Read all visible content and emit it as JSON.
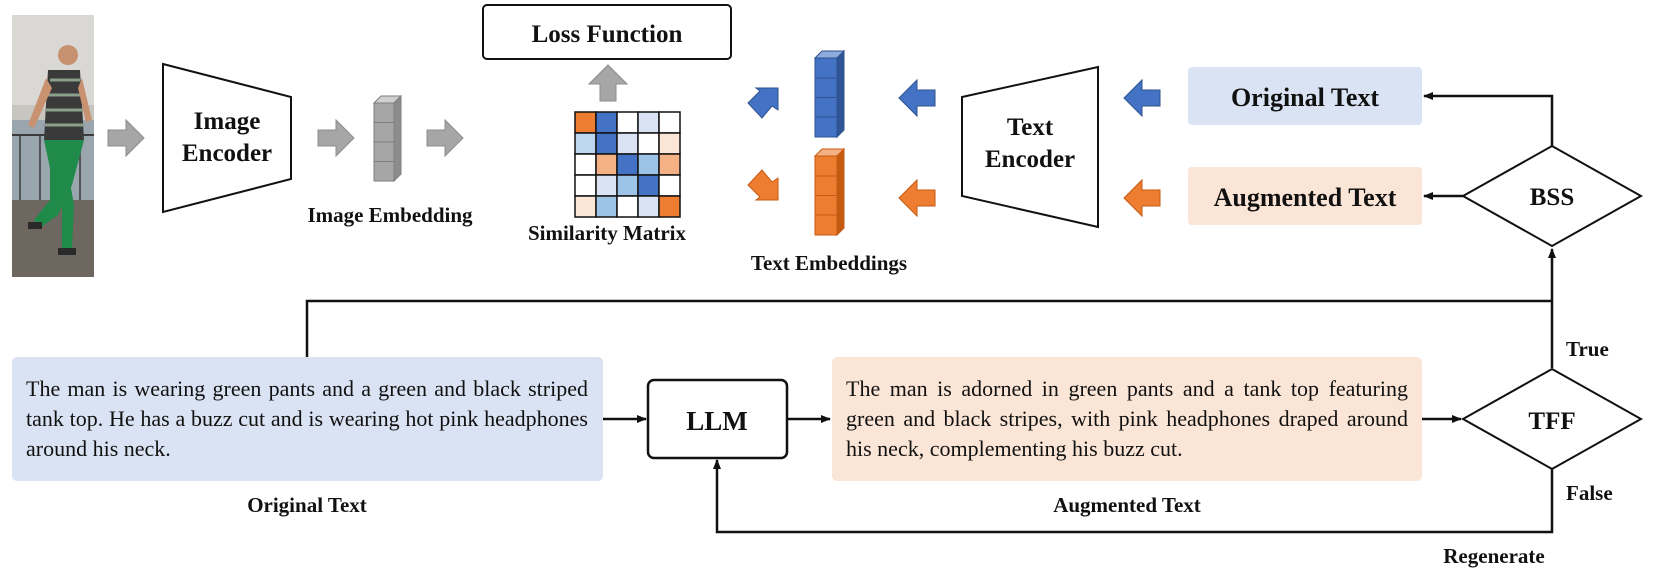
{
  "labels": {
    "image_encoder_line1": "Image",
    "image_encoder_line2": "Encoder",
    "image_embedding": "Image Embedding",
    "loss_function": "Loss Function",
    "similarity_matrix": "Similarity Matrix",
    "text_embeddings": "Text Embeddings",
    "text_encoder_line1": "Text",
    "text_encoder_line2": "Encoder",
    "original_text_box": "Original Text",
    "augmented_text_box": "Augmented Text",
    "bss": "BSS",
    "tff": "TFF",
    "llm": "LLM",
    "true_label": "True",
    "false_label": "False",
    "regenerate": "Regenerate",
    "original_text_caption": "Original Text",
    "augmented_text_caption": "Augmented Text"
  },
  "original_text": "The man is wearing green pants and a green and black striped tank top. He has a buzz cut and is wearing hot pink headphones around his neck.",
  "augmented_text": "The man is adorned in green pants and a tank top featuring green and black stripes, with pink headphones draped around his neck, complementing his buzz cut.",
  "colors": {
    "blue": "#4472c4",
    "orange": "#ed7d31",
    "gray": "#a6a6a6",
    "light_blue_bg": "#dae3f3",
    "light_orange_bg": "#fbe5d6"
  },
  "similarity_matrix": [
    [
      "#ed7d31",
      "#4472c4",
      "#ffffff",
      "#dae3f3",
      "#ffffff"
    ],
    [
      "#bdd7ee",
      "#4472c4",
      "#dae3f3",
      "#ffffff",
      "#fbe5d6"
    ],
    [
      "#ffffff",
      "#f4b183",
      "#4472c4",
      "#9dc3e6",
      "#f4b183"
    ],
    [
      "#ffffff",
      "#dae3f3",
      "#9dc3e6",
      "#4472c4",
      "#ffffff"
    ],
    [
      "#fbe5d6",
      "#9dc3e6",
      "#ffffff",
      "#dae3f3",
      "#ed7d31"
    ]
  ]
}
